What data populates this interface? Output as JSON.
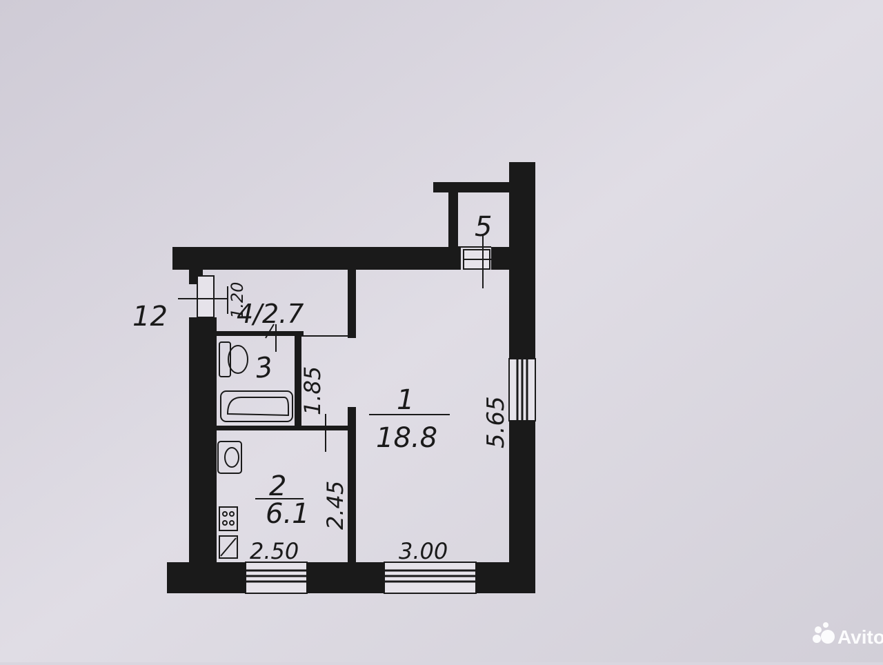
{
  "floorplan": {
    "room_labels": {
      "room1_number": "1",
      "room1_area": "18.8",
      "room2_number": "2",
      "room2_area": "6.1",
      "room3_number": "3",
      "room4_label": "4/2.7",
      "room5_number": "5",
      "room12_number": "12"
    },
    "dimensions": {
      "room1_height": "5.65",
      "room1_width": "3.00",
      "kitchen_width": "2.50",
      "kitchen_height": "2.45",
      "bath_height": "1.85",
      "hall_width": "1.20"
    }
  },
  "watermark": {
    "text": "Avito",
    "icon": "avito-logo-icon",
    "color": "#ffffff"
  },
  "colors": {
    "paper": "#d9d6df",
    "ink": "#1a1a1a"
  }
}
